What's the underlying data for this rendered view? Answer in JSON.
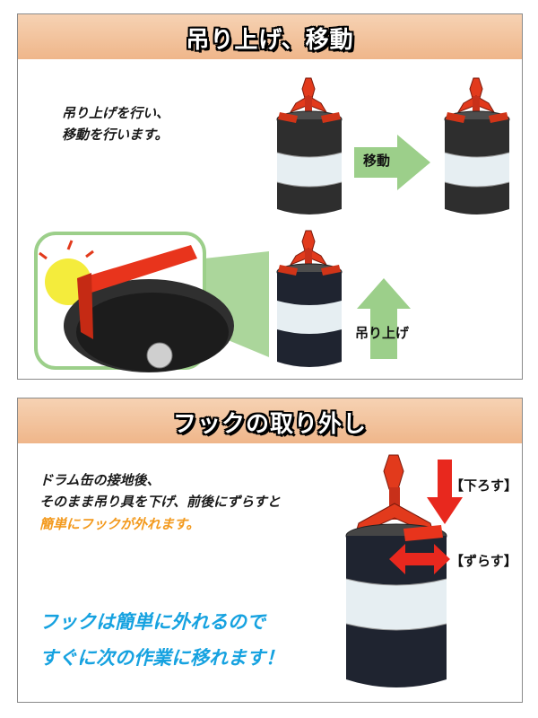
{
  "section1": {
    "title": "吊り上げ、移動",
    "desc_line1": "吊り上げを行い、",
    "desc_line2": "移動を行います。",
    "arrow_right_label": "移動",
    "arrow_up_label": "吊り上げ"
  },
  "section2": {
    "title": "フックの取り外し",
    "desc_line1": "ドラム缶の接地後、",
    "desc_line2": "そのまま吊り具を下げ、前後にずらすと",
    "desc_line3": "簡単にフックが外れます。",
    "callout_line1": "フックは簡単に外れるので",
    "callout_line2": "すぐに次の作業に移れます！",
    "label_down": "【下ろす】",
    "label_shift": "【ずらす】"
  },
  "colors": {
    "header_bg": "#efb68a",
    "accent_orange": "#f39a1e",
    "accent_blue": "#16a2e0",
    "arrow_green": "#9ccf8a",
    "arrow_red": "#e8281e",
    "hook_red": "#e23a1c"
  }
}
